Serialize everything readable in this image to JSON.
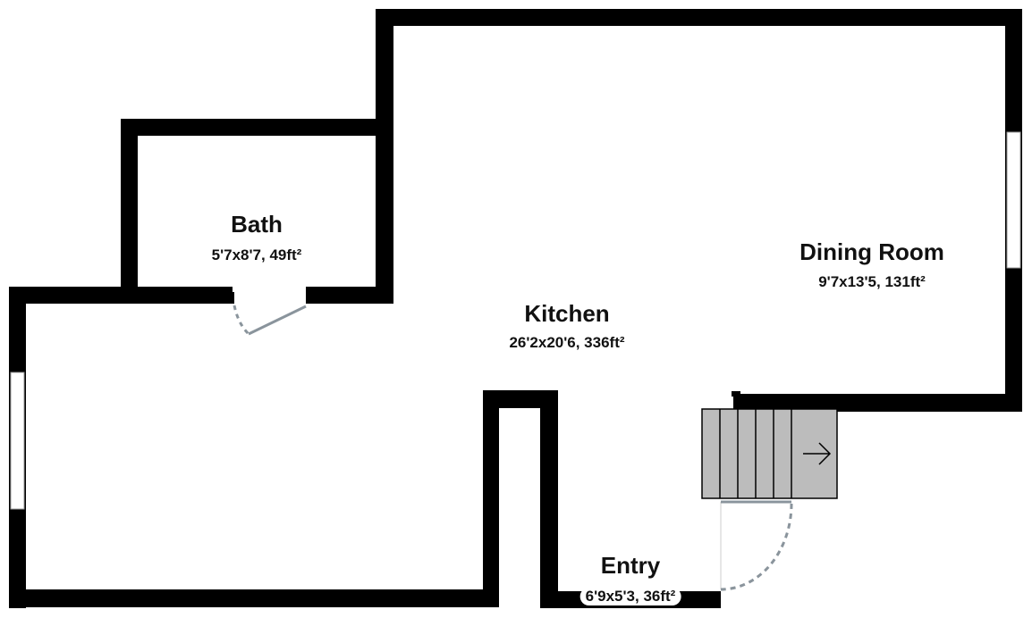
{
  "rooms": [
    {
      "name": "Bath",
      "dimensions": "5'7x8'7, 49ft²"
    },
    {
      "name": "Kitchen",
      "dimensions": "26'2x20'6, 336ft²"
    },
    {
      "name": "Dining Room",
      "dimensions": "9'7x13'5, 131ft²"
    },
    {
      "name": "Entry",
      "dimensions": "6'9x5'3, 36ft²"
    }
  ],
  "colors": {
    "wall": "#000000",
    "stairs": "#bcbcbc",
    "door": "#8a949c"
  }
}
